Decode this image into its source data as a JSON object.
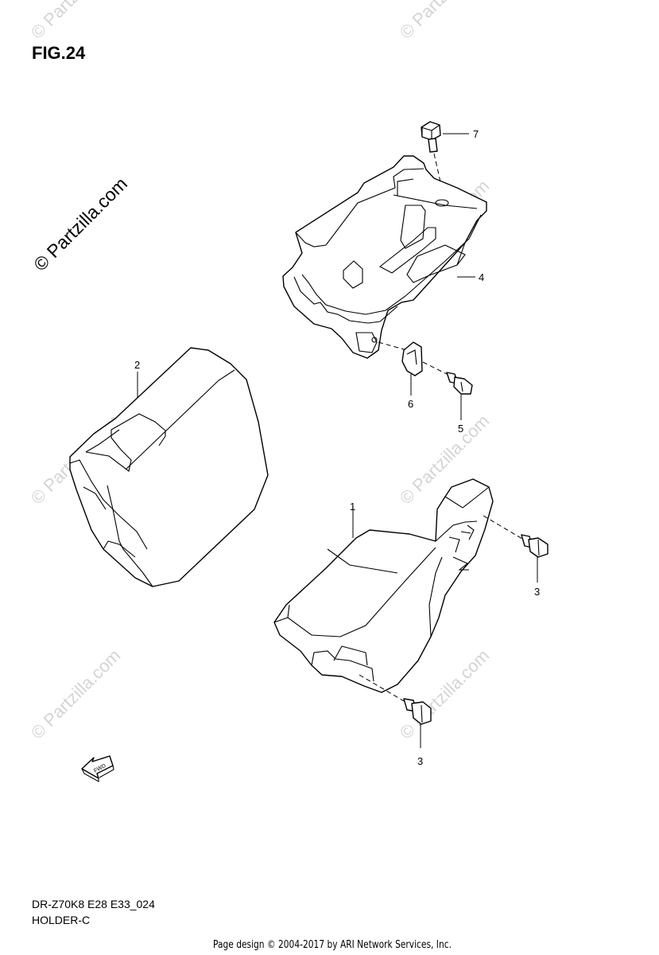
{
  "figure_label": "FIG.24",
  "watermark": {
    "main": "© Partzilla.com",
    "faint": "© Partzilla.com"
  },
  "callouts": {
    "p1": "1",
    "p2": "2",
    "p3a": "3",
    "p3b": "3",
    "p4": "4",
    "p5": "5",
    "p6": "6",
    "p7": "7"
  },
  "fwd_label": "FWD",
  "footer": {
    "model_code": "DR-Z70K8 E28 E33_024",
    "section_name": "HOLDER-C",
    "credit": "Page design © 2004-2017 by ARI Network Services, Inc."
  }
}
